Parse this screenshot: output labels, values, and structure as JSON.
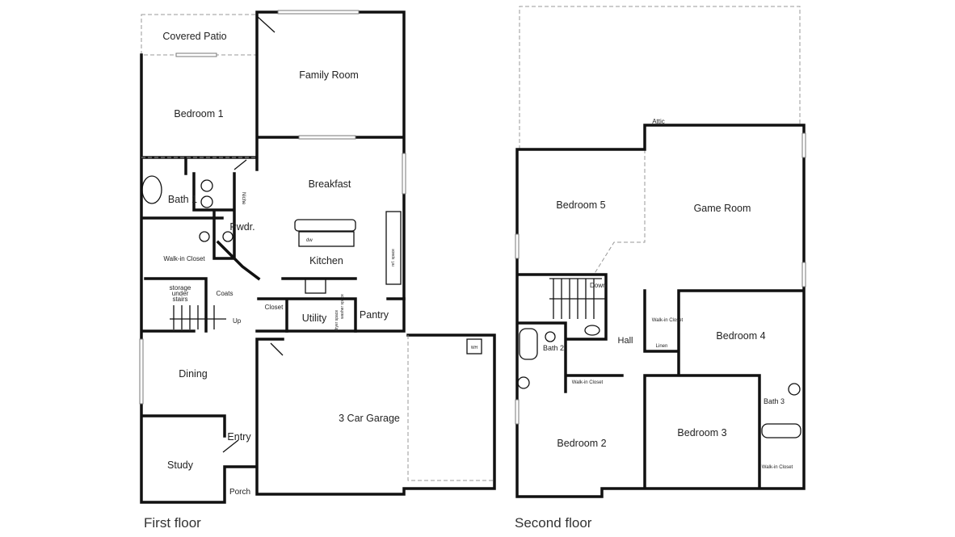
{
  "first_floor": {
    "caption": "First floor",
    "rooms": {
      "covered_patio": "Covered Patio",
      "family_room": "Family Room",
      "bedroom1": "Bedroom 1",
      "breakfast": "Breakfast",
      "bath1": "Bath 1",
      "pwdr": "Pwdr.",
      "kitchen": "Kitchen",
      "walk_in_closet": "Walk-in Closet",
      "storage_l1": "storage",
      "storage_l2": "under",
      "storage_l3": "stairs",
      "coats": "Coats",
      "closet": "Closet",
      "utility": "Utility",
      "pantry": "Pantry",
      "up": "Up",
      "dining": "Dining",
      "entry": "Entry",
      "study": "Study",
      "porch": "Porch",
      "garage": "3 Car Garage",
      "niche": "Niche",
      "dw": "dw",
      "ref": "ref. space",
      "washer": "washer space",
      "dryer": "dryer space",
      "wh": "WH"
    }
  },
  "second_floor": {
    "caption": "Second floor",
    "rooms": {
      "attic": "Attic",
      "bedroom5": "Bedroom 5",
      "game_room": "Game Room",
      "down": "Down",
      "hall": "Hall",
      "bath2": "Bath 2",
      "walk_in_closet_a": "Walk-in Closet",
      "walk_in_closet_b": "Walk-in Closet",
      "walk_in_closet_c": "Walk-in Closet",
      "linen": "Linen",
      "bedroom4": "Bedroom 4",
      "bath3": "Bath 3",
      "bedroom2": "Bedroom 2",
      "bedroom3": "Bedroom 3"
    }
  }
}
